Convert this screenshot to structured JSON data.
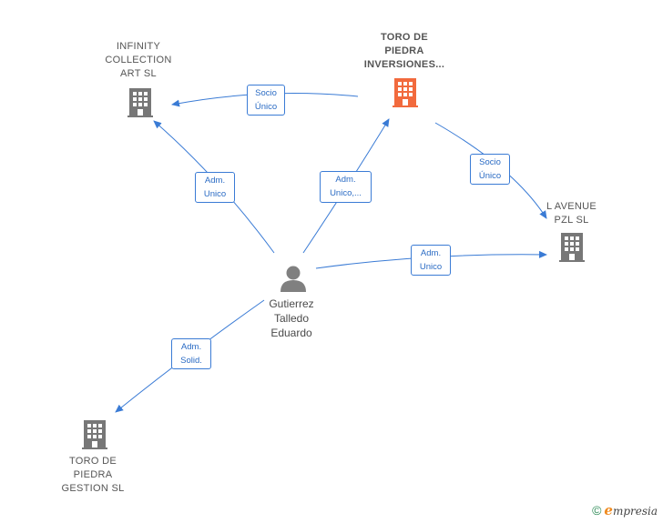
{
  "nodes": {
    "infinity": {
      "label": [
        "INFINITY",
        "COLLECTION",
        "ART  SL"
      ],
      "color": "#777777"
    },
    "toro_inversiones": {
      "label": [
        "TORO DE",
        "PIEDRA",
        "INVERSIONES..."
      ],
      "color": "#f26a3d"
    },
    "l_avenue": {
      "label": [
        "L AVENUE",
        "PZL  SL"
      ],
      "color": "#777777"
    },
    "person": {
      "label": [
        "Gutierrez",
        "Talledo",
        "Eduardo"
      ],
      "color": "#808080"
    },
    "toro_gestion": {
      "label": [
        "TORO DE",
        "PIEDRA",
        "GESTION  SL"
      ],
      "color": "#777777"
    }
  },
  "edges": {
    "toro_to_infinity": [
      "Socio",
      "Único"
    ],
    "person_to_infinity": [
      "Adm.",
      "Unico"
    ],
    "person_to_toro": [
      "Adm.",
      "Unico,..."
    ],
    "toro_to_lavenue": [
      "Socio",
      "Único"
    ],
    "person_to_lavenue": [
      "Adm.",
      "Unico"
    ],
    "person_to_gestion": [
      "Adm.",
      "Solid."
    ]
  },
  "edge_color": "#3a7bd5",
  "footer": {
    "copyright": "©",
    "brand_initial": "e",
    "brand_rest": "mpresia"
  }
}
